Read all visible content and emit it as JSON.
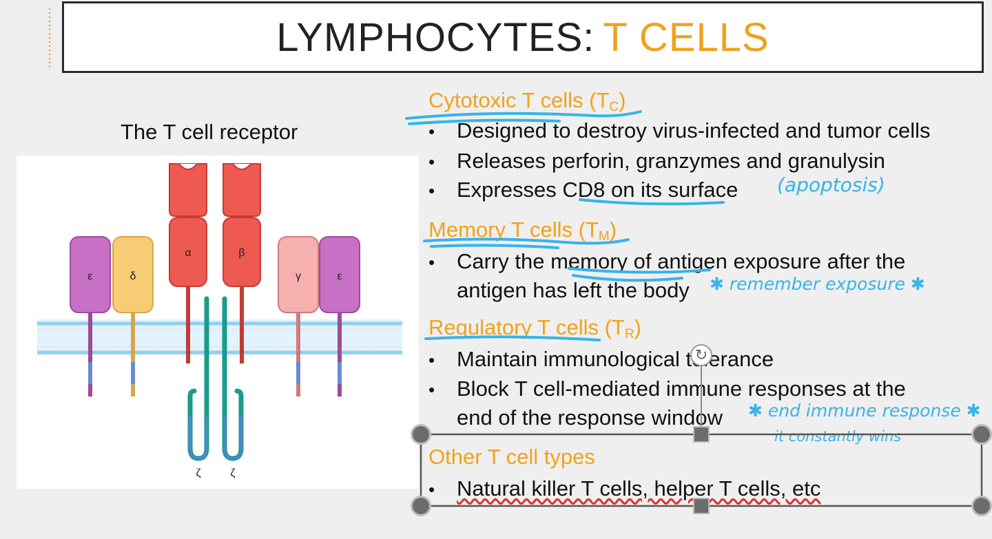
{
  "slide": {
    "title_part1": "LYMPHOCYTES:",
    "title_part2": "T CELLS",
    "figure_caption": "The T cell receptor",
    "figure_labels": {
      "epsilon": "ε",
      "delta": "δ",
      "alpha": "α",
      "beta": "β",
      "gamma": "γ",
      "zeta": "ζ"
    },
    "sections": [
      {
        "heading": "Cytotoxic T cells (T",
        "sub": "C",
        "heading_end": ")",
        "bullets": [
          "Designed to destroy virus-infected and tumor cells",
          "Releases perforin, granzymes and granulysin",
          "Expresses CD8 on its surface"
        ]
      },
      {
        "heading": "Memory T cells (T",
        "sub": "M",
        "heading_end": ")",
        "bullets": [
          "Carry the memory of antigen exposure after the",
          "antigen has left the body"
        ]
      },
      {
        "heading": "Regulatory T cells (T",
        "sub": "R",
        "heading_end": ")",
        "bullets": [
          "Maintain immunological tolerance",
          "Block T cell-mediated immune responses at the",
          "end of the response window"
        ]
      },
      {
        "heading": "Other T cell types",
        "sub": "",
        "heading_end": "",
        "bullets": [
          "Natural killer T cells, helper T cells, etc"
        ]
      }
    ],
    "bullet_char": "•",
    "annotations": {
      "apoptosis": "(apoptosis)",
      "remember": "✱ remember exposure ✱",
      "end_immune": "✱ end immune response ✱",
      "constantly": "it constantly wins"
    },
    "colors": {
      "accent": "#f0a21a",
      "ink": "#36b3ea",
      "text": "#111111"
    }
  }
}
